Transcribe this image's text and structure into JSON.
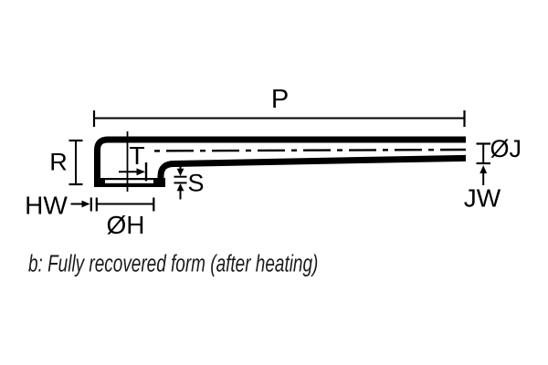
{
  "diagram": {
    "caption": "b: Fully recovered form (after heating)",
    "dimensions": {
      "overall_length": "P",
      "large_end_height": "R",
      "transition_offset": "T",
      "tube_wall_thickness": "S",
      "large_end_wall_thickness": "HW",
      "large_end_diameter": "ØH",
      "small_end_diameter": "ØJ",
      "small_end_wall_thickness": "JW"
    },
    "colors": {
      "ink": "#000000",
      "background": "#ffffff",
      "caption_text": "#1a1a1a"
    }
  }
}
